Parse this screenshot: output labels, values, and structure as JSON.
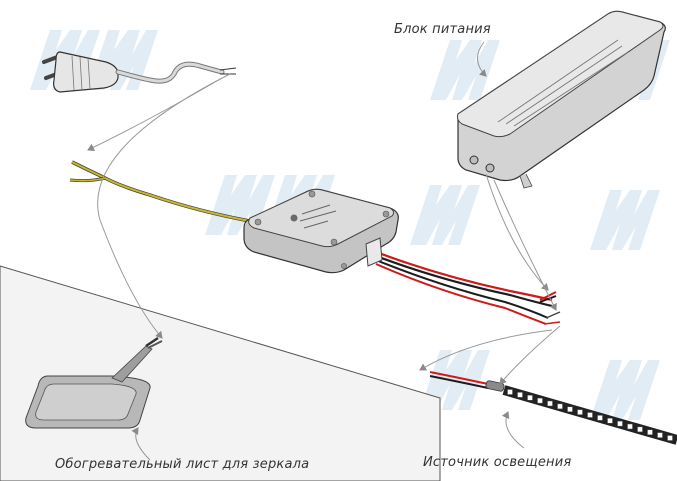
{
  "labels": {
    "power_supply": "Блок питания",
    "heater": "Обогревательный лист для зеркала",
    "light_source": "Источник освещения"
  },
  "colors": {
    "cable_yellow": "#c9b62a",
    "wire_red": "#d01a1a",
    "wire_black": "#1c1c1c",
    "housing": "#d7d7d7",
    "watermark": "#dce8f2",
    "leader": "#9a9a9a"
  },
  "icons": {
    "plug": "euro-plug-icon",
    "controller": "sensor-switch-icon",
    "psu": "power-supply-icon",
    "heater": "heater-pad-icon",
    "led": "led-strip-icon"
  }
}
